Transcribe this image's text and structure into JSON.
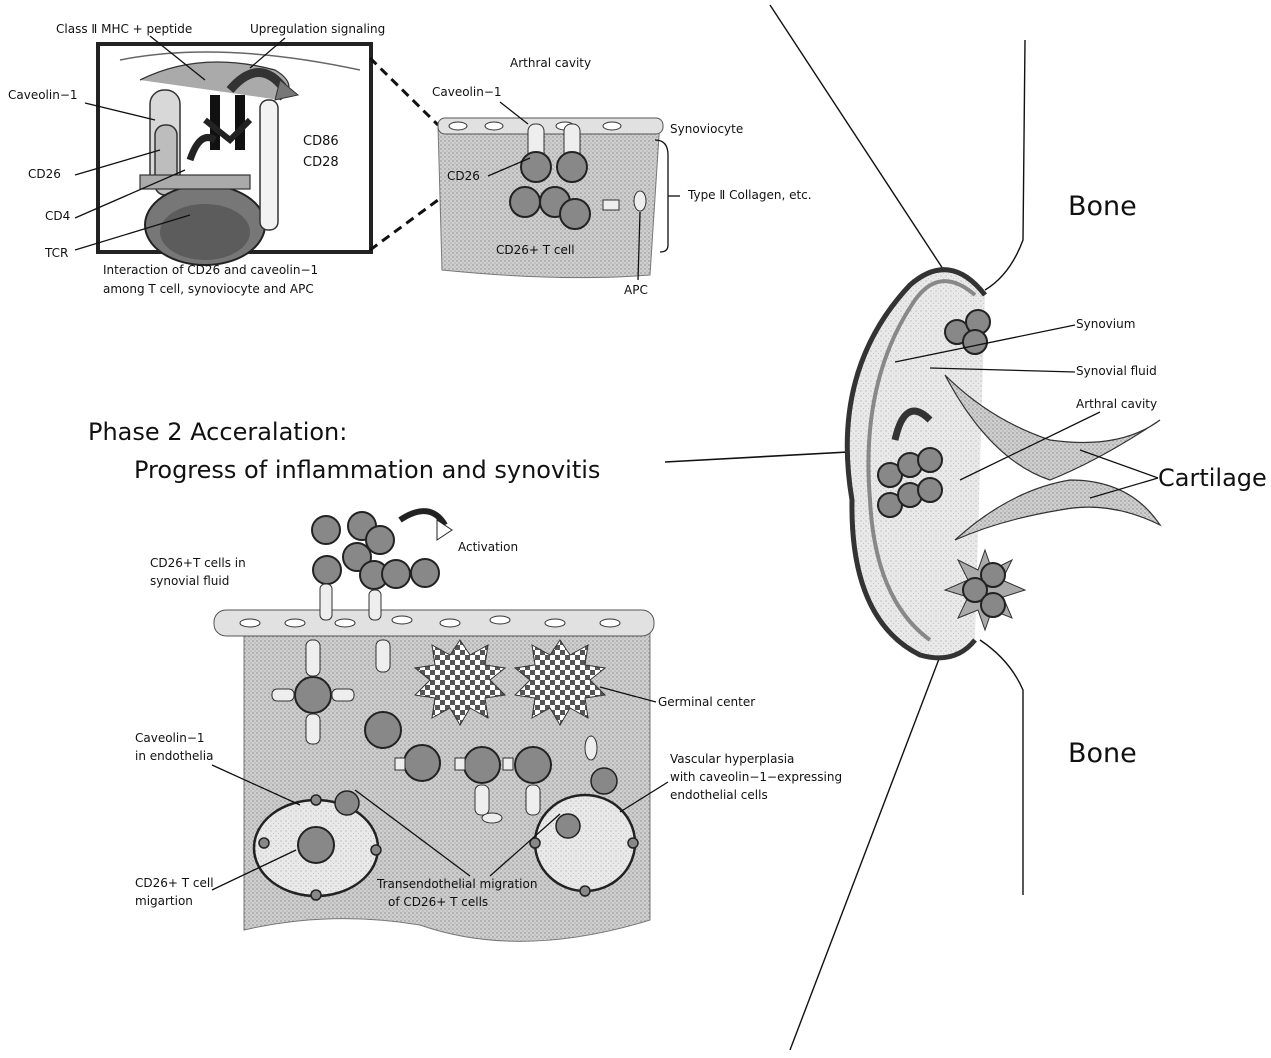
{
  "inset": {
    "class2_mhc": "Class Ⅱ MHC + peptide",
    "upregulation": "Upregulation signaling",
    "caveolin": "Caveolin−1",
    "cd26": "CD26",
    "cd4": "CD4",
    "tcr": "TCR",
    "cd86": "CD86",
    "cd28": "CD28",
    "caption_line1": "Interaction of CD26 and caveolin−1",
    "caption_line2": "among T cell, synoviocyte and APC"
  },
  "tissue_top": {
    "arthral_cavity": "Arthral cavity",
    "caveolin": "Caveolin−1",
    "synoviocyte": "Synoviocyte",
    "cd26": "CD26",
    "type2_collagen": "Type Ⅱ Collagen, etc.",
    "cd26_t_cell": "CD26+ T cell",
    "apc": "APC"
  },
  "phase2": {
    "title": "Phase 2  Acceralation:",
    "subtitle": "Progress of inflammation and synovitis"
  },
  "tissue_bottom": {
    "activation": "Activation",
    "t_cells_fluid_line1": "CD26+T cells in",
    "t_cells_fluid_line2": "synovial fluid",
    "germinal_center": "Germinal center",
    "caveolin_endo_line1": "Caveolin−1",
    "caveolin_endo_line2": "in endothelia",
    "vascular_line1": "Vascular hyperplasia",
    "vascular_line2": "with caveolin−1−expressing",
    "vascular_line3": "endothelial cells",
    "migration_line1": "CD26+ T cell",
    "migration_line2": "migartion",
    "transendo_line1": "Transendothelial migration",
    "transendo_line2": "of CD26+ T cells"
  },
  "joint": {
    "bone_top": "Bone",
    "bone_bottom": "Bone",
    "synovium": "Synovium",
    "synovial_fluid": "Synovial fluid",
    "arthral_cavity": "Arthral cavity",
    "cartilage": "Cartilage"
  }
}
